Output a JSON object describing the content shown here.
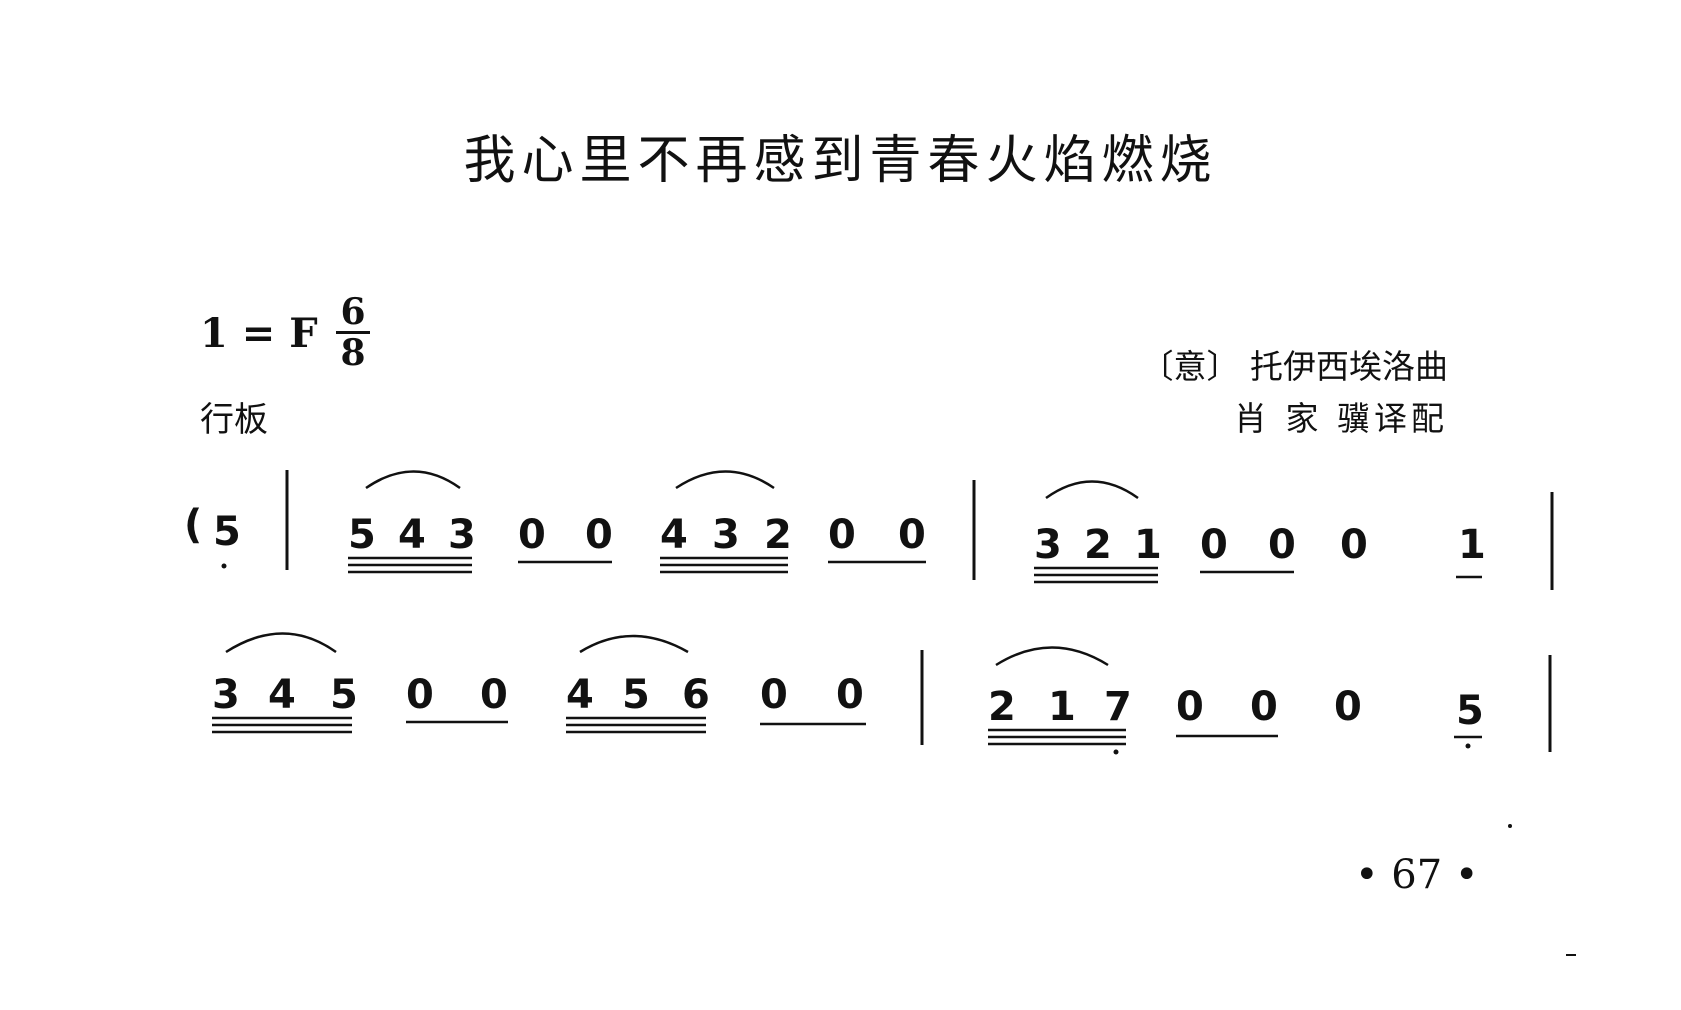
{
  "title": "我心里不再感到青春火焰燃烧",
  "key_signature": "1 = F",
  "time_signature": {
    "numerator": "6",
    "denominator": "8"
  },
  "tempo": "行板",
  "composer": "〔意〕 托伊西埃洛曲",
  "arranger": "肖 家 骥译配",
  "page_number": "• 67 •",
  "score": {
    "line1": {
      "pickup": {
        "paren": "(",
        "note": "5"
      },
      "groups": [
        {
          "notes": [
            "5",
            "4",
            "3"
          ],
          "style": "triplet"
        },
        {
          "notes": [
            "0",
            "0"
          ],
          "style": "eighths"
        },
        {
          "notes": [
            "4",
            "3",
            "2"
          ],
          "style": "triplet"
        },
        {
          "notes": [
            "0",
            "0"
          ],
          "style": "eighths"
        },
        {
          "notes": [
            "3",
            "2",
            "1"
          ],
          "style": "triplet"
        },
        {
          "notes": [
            "0",
            "0"
          ],
          "style": "eighths"
        },
        {
          "notes": [
            "0"
          ],
          "style": "quarter"
        },
        {
          "notes": [
            "1"
          ],
          "style": "quarter"
        }
      ]
    },
    "line2": {
      "groups": [
        {
          "notes": [
            "3",
            "4",
            "5"
          ],
          "style": "triplet"
        },
        {
          "notes": [
            "0",
            "0"
          ],
          "style": "eighths"
        },
        {
          "notes": [
            "4",
            "5",
            "6"
          ],
          "style": "triplet"
        },
        {
          "notes": [
            "0",
            "0"
          ],
          "style": "eighths"
        },
        {
          "notes": [
            "2",
            "1",
            "7"
          ],
          "style": "triplet"
        },
        {
          "notes": [
            "0",
            "0"
          ],
          "style": "eighths"
        },
        {
          "notes": [
            "0"
          ],
          "style": "quarter"
        },
        {
          "notes": [
            "5"
          ],
          "style": "quarter"
        }
      ]
    }
  }
}
